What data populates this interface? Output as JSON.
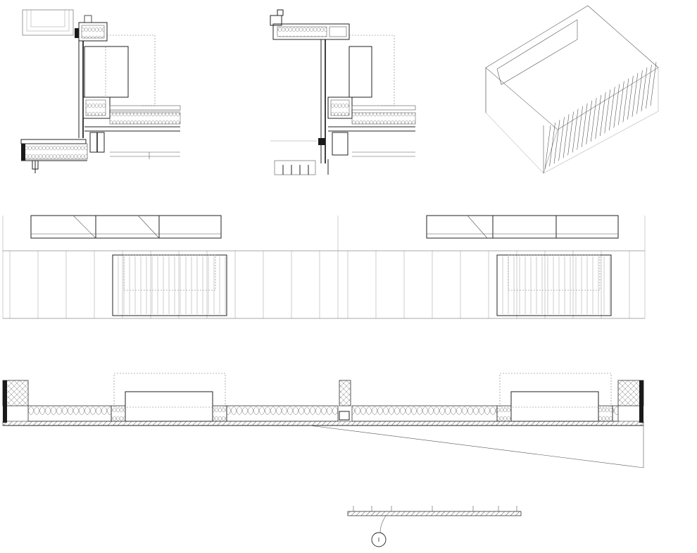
{
  "drawing_sheet": {
    "views": [
      {
        "id": "section-detail-left"
      },
      {
        "id": "section-detail-right"
      },
      {
        "id": "axonometric-view"
      },
      {
        "id": "facade-elevation"
      },
      {
        "id": "plan-section"
      },
      {
        "id": "cladding-profile-detail"
      }
    ],
    "callout": {
      "symbol": "I"
    },
    "colors": {
      "line": "#222222",
      "background": "#ffffff",
      "insulation_fill": "#f2f2f2"
    }
  }
}
